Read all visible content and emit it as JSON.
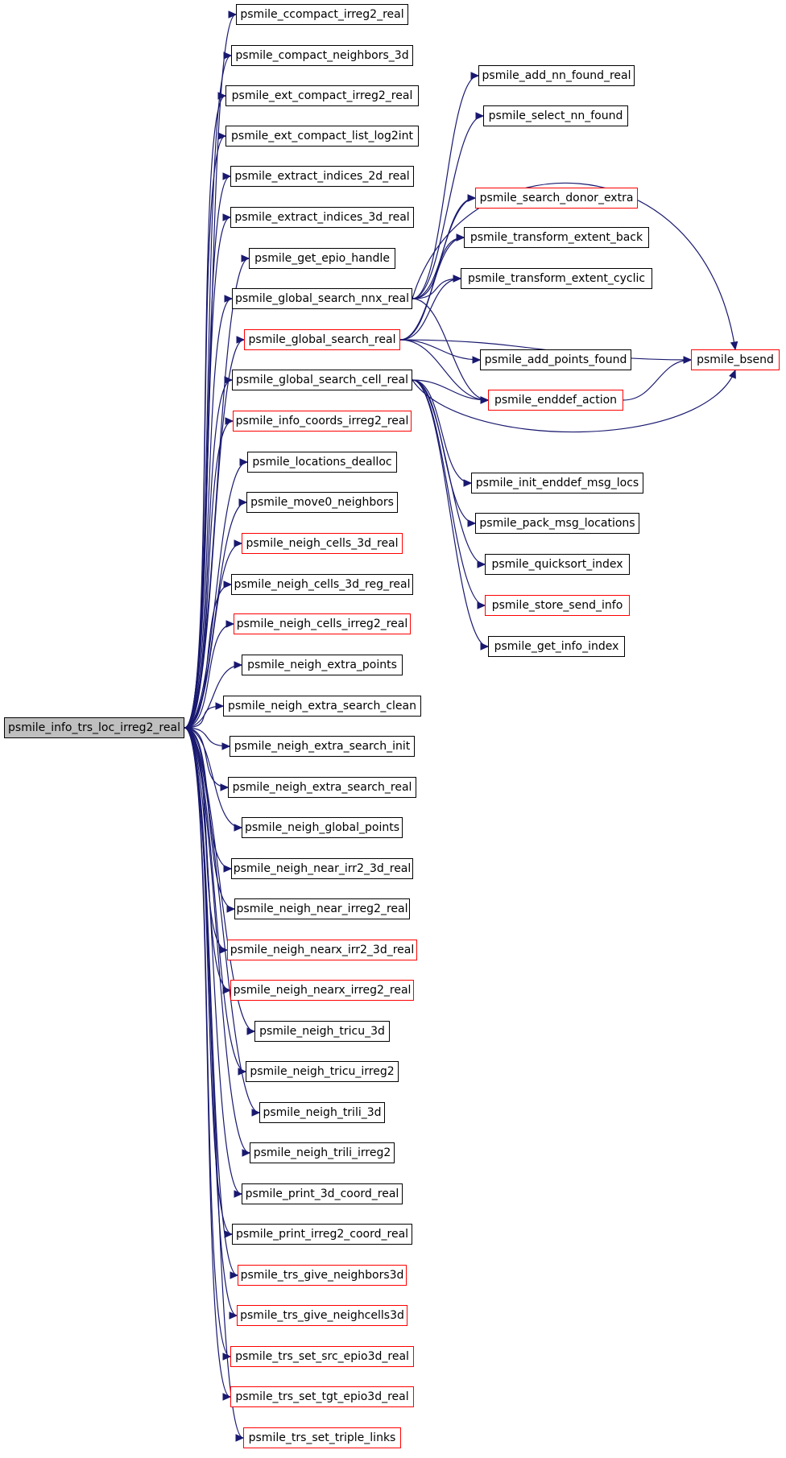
{
  "graph": {
    "root": "psmile_info_trs_loc_irreg2_real",
    "colors": {
      "edge": "#191970",
      "red_border": "#ff0000",
      "root_fill": "#bfbfbf",
      "border": "#000000"
    },
    "nodes": [
      {
        "id": "psmile_info_trs_loc_irreg2_real",
        "border": "black"
      },
      {
        "id": "psmile_ccompact_irreg2_real",
        "border": "black"
      },
      {
        "id": "psmile_compact_neighbors_3d",
        "border": "black"
      },
      {
        "id": "psmile_ext_compact_irreg2_real",
        "border": "black"
      },
      {
        "id": "psmile_ext_compact_list_log2int",
        "border": "black"
      },
      {
        "id": "psmile_extract_indices_2d_real",
        "border": "black"
      },
      {
        "id": "psmile_extract_indices_3d_real",
        "border": "black"
      },
      {
        "id": "psmile_get_epio_handle",
        "border": "black"
      },
      {
        "id": "psmile_global_search_nnx_real",
        "border": "black"
      },
      {
        "id": "psmile_global_search_real",
        "border": "red"
      },
      {
        "id": "psmile_global_search_cell_real",
        "border": "black"
      },
      {
        "id": "psmile_info_coords_irreg2_real",
        "border": "red"
      },
      {
        "id": "psmile_locations_dealloc",
        "border": "black"
      },
      {
        "id": "psmile_move0_neighbors",
        "border": "black"
      },
      {
        "id": "psmile_neigh_cells_3d_real",
        "border": "red"
      },
      {
        "id": "psmile_neigh_cells_3d_reg_real",
        "border": "black"
      },
      {
        "id": "psmile_neigh_cells_irreg2_real",
        "border": "red"
      },
      {
        "id": "psmile_neigh_extra_points",
        "border": "black"
      },
      {
        "id": "psmile_neigh_extra_search_clean",
        "border": "black"
      },
      {
        "id": "psmile_neigh_extra_search_init",
        "border": "black"
      },
      {
        "id": "psmile_neigh_extra_search_real",
        "border": "black"
      },
      {
        "id": "psmile_neigh_global_points",
        "border": "black"
      },
      {
        "id": "psmile_neigh_near_irr2_3d_real",
        "border": "black"
      },
      {
        "id": "psmile_neigh_near_irreg2_real",
        "border": "black"
      },
      {
        "id": "psmile_neigh_nearx_irr2_3d_real",
        "border": "red"
      },
      {
        "id": "psmile_neigh_nearx_irreg2_real",
        "border": "red"
      },
      {
        "id": "psmile_neigh_tricu_3d",
        "border": "black"
      },
      {
        "id": "psmile_neigh_tricu_irreg2",
        "border": "black"
      },
      {
        "id": "psmile_neigh_trili_3d",
        "border": "black"
      },
      {
        "id": "psmile_neigh_trili_irreg2",
        "border": "black"
      },
      {
        "id": "psmile_print_3d_coord_real",
        "border": "black"
      },
      {
        "id": "psmile_print_irreg2_coord_real",
        "border": "black"
      },
      {
        "id": "psmile_trs_give_neighbors3d",
        "border": "red"
      },
      {
        "id": "psmile_trs_give_neighcells3d",
        "border": "red"
      },
      {
        "id": "psmile_trs_set_src_epio3d_real",
        "border": "red"
      },
      {
        "id": "psmile_trs_set_tgt_epio3d_real",
        "border": "red"
      },
      {
        "id": "psmile_trs_set_triple_links",
        "border": "red"
      },
      {
        "id": "psmile_add_nn_found_real",
        "border": "black"
      },
      {
        "id": "psmile_select_nn_found",
        "border": "black"
      },
      {
        "id": "psmile_search_donor_extra",
        "border": "red"
      },
      {
        "id": "psmile_transform_extent_back",
        "border": "black"
      },
      {
        "id": "psmile_transform_extent_cyclic",
        "border": "black"
      },
      {
        "id": "psmile_add_points_found",
        "border": "black"
      },
      {
        "id": "psmile_bsend",
        "border": "red"
      },
      {
        "id": "psmile_enddef_action",
        "border": "red"
      },
      {
        "id": "psmile_init_enddef_msg_locs",
        "border": "black"
      },
      {
        "id": "psmile_pack_msg_locations",
        "border": "black"
      },
      {
        "id": "psmile_quicksort_index",
        "border": "black"
      },
      {
        "id": "psmile_store_send_info",
        "border": "red"
      },
      {
        "id": "psmile_get_info_index",
        "border": "black"
      }
    ],
    "edges": [
      [
        "psmile_info_trs_loc_irreg2_real",
        "psmile_ccompact_irreg2_real"
      ],
      [
        "psmile_info_trs_loc_irreg2_real",
        "psmile_compact_neighbors_3d"
      ],
      [
        "psmile_info_trs_loc_irreg2_real",
        "psmile_ext_compact_irreg2_real"
      ],
      [
        "psmile_info_trs_loc_irreg2_real",
        "psmile_ext_compact_list_log2int"
      ],
      [
        "psmile_info_trs_loc_irreg2_real",
        "psmile_extract_indices_2d_real"
      ],
      [
        "psmile_info_trs_loc_irreg2_real",
        "psmile_extract_indices_3d_real"
      ],
      [
        "psmile_info_trs_loc_irreg2_real",
        "psmile_get_epio_handle"
      ],
      [
        "psmile_info_trs_loc_irreg2_real",
        "psmile_global_search_nnx_real"
      ],
      [
        "psmile_info_trs_loc_irreg2_real",
        "psmile_global_search_real"
      ],
      [
        "psmile_info_trs_loc_irreg2_real",
        "psmile_global_search_cell_real"
      ],
      [
        "psmile_info_trs_loc_irreg2_real",
        "psmile_info_coords_irreg2_real"
      ],
      [
        "psmile_info_trs_loc_irreg2_real",
        "psmile_locations_dealloc"
      ],
      [
        "psmile_info_trs_loc_irreg2_real",
        "psmile_move0_neighbors"
      ],
      [
        "psmile_info_trs_loc_irreg2_real",
        "psmile_neigh_cells_3d_real"
      ],
      [
        "psmile_info_trs_loc_irreg2_real",
        "psmile_neigh_cells_3d_reg_real"
      ],
      [
        "psmile_info_trs_loc_irreg2_real",
        "psmile_neigh_cells_irreg2_real"
      ],
      [
        "psmile_info_trs_loc_irreg2_real",
        "psmile_neigh_extra_points"
      ],
      [
        "psmile_info_trs_loc_irreg2_real",
        "psmile_neigh_extra_search_clean"
      ],
      [
        "psmile_info_trs_loc_irreg2_real",
        "psmile_neigh_extra_search_init"
      ],
      [
        "psmile_info_trs_loc_irreg2_real",
        "psmile_neigh_extra_search_real"
      ],
      [
        "psmile_info_trs_loc_irreg2_real",
        "psmile_neigh_global_points"
      ],
      [
        "psmile_info_trs_loc_irreg2_real",
        "psmile_neigh_near_irr2_3d_real"
      ],
      [
        "psmile_info_trs_loc_irreg2_real",
        "psmile_neigh_near_irreg2_real"
      ],
      [
        "psmile_info_trs_loc_irreg2_real",
        "psmile_neigh_nearx_irr2_3d_real"
      ],
      [
        "psmile_info_trs_loc_irreg2_real",
        "psmile_neigh_nearx_irreg2_real"
      ],
      [
        "psmile_info_trs_loc_irreg2_real",
        "psmile_neigh_tricu_3d"
      ],
      [
        "psmile_info_trs_loc_irreg2_real",
        "psmile_neigh_tricu_irreg2"
      ],
      [
        "psmile_info_trs_loc_irreg2_real",
        "psmile_neigh_trili_3d"
      ],
      [
        "psmile_info_trs_loc_irreg2_real",
        "psmile_neigh_trili_irreg2"
      ],
      [
        "psmile_info_trs_loc_irreg2_real",
        "psmile_print_3d_coord_real"
      ],
      [
        "psmile_info_trs_loc_irreg2_real",
        "psmile_print_irreg2_coord_real"
      ],
      [
        "psmile_info_trs_loc_irreg2_real",
        "psmile_trs_give_neighbors3d"
      ],
      [
        "psmile_info_trs_loc_irreg2_real",
        "psmile_trs_give_neighcells3d"
      ],
      [
        "psmile_info_trs_loc_irreg2_real",
        "psmile_trs_set_src_epio3d_real"
      ],
      [
        "psmile_info_trs_loc_irreg2_real",
        "psmile_trs_set_tgt_epio3d_real"
      ],
      [
        "psmile_info_trs_loc_irreg2_real",
        "psmile_trs_set_triple_links"
      ],
      [
        "psmile_global_search_nnx_real",
        "psmile_add_nn_found_real"
      ],
      [
        "psmile_global_search_nnx_real",
        "psmile_select_nn_found"
      ],
      [
        "psmile_global_search_nnx_real",
        "psmile_search_donor_extra"
      ],
      [
        "psmile_global_search_nnx_real",
        "psmile_transform_extent_back"
      ],
      [
        "psmile_global_search_nnx_real",
        "psmile_transform_extent_cyclic"
      ],
      [
        "psmile_global_search_nnx_real",
        "psmile_bsend"
      ],
      [
        "psmile_global_search_nnx_real",
        "psmile_enddef_action"
      ],
      [
        "psmile_global_search_real",
        "psmile_search_donor_extra"
      ],
      [
        "psmile_global_search_real",
        "psmile_transform_extent_back"
      ],
      [
        "psmile_global_search_real",
        "psmile_transform_extent_cyclic"
      ],
      [
        "psmile_global_search_real",
        "psmile_add_points_found"
      ],
      [
        "psmile_global_search_real",
        "psmile_bsend"
      ],
      [
        "psmile_global_search_real",
        "psmile_enddef_action"
      ],
      [
        "psmile_global_search_cell_real",
        "psmile_enddef_action"
      ],
      [
        "psmile_global_search_cell_real",
        "psmile_bsend"
      ],
      [
        "psmile_global_search_cell_real",
        "psmile_init_enddef_msg_locs"
      ],
      [
        "psmile_global_search_cell_real",
        "psmile_pack_msg_locations"
      ],
      [
        "psmile_global_search_cell_real",
        "psmile_quicksort_index"
      ],
      [
        "psmile_global_search_cell_real",
        "psmile_store_send_info"
      ],
      [
        "psmile_global_search_cell_real",
        "psmile_get_info_index"
      ],
      [
        "psmile_enddef_action",
        "psmile_bsend"
      ]
    ]
  }
}
